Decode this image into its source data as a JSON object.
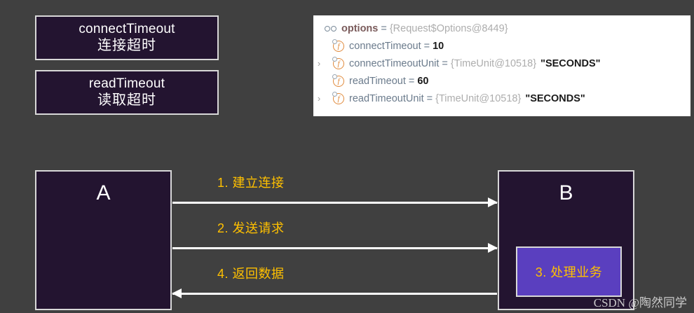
{
  "terms": [
    {
      "en": "connectTimeout",
      "cn": "连接超时"
    },
    {
      "en": "readTimeout",
      "cn": "读取超时"
    }
  ],
  "debugger": {
    "root": {
      "icon": "object-icon",
      "name": "options",
      "eq": "=",
      "ref": "{Request$Options@8449}"
    },
    "rows": [
      {
        "chevron": "",
        "icon": "field-icon",
        "glyph": "f",
        "name": "connectTimeout",
        "eq": "=",
        "ref": "",
        "value": "10"
      },
      {
        "chevron": "›",
        "icon": "field-icon",
        "glyph": "f",
        "name": "connectTimeoutUnit",
        "eq": "=",
        "ref": "{TimeUnit@10518}",
        "value": "\"SECONDS\""
      },
      {
        "chevron": "",
        "icon": "field-icon",
        "glyph": "f",
        "name": "readTimeout",
        "eq": "=",
        "ref": "",
        "value": "60"
      },
      {
        "chevron": "›",
        "icon": "field-icon",
        "glyph": "f",
        "name": "readTimeoutUnit",
        "eq": "=",
        "ref": "{TimeUnit@10518}",
        "value": "\"SECONDS\""
      }
    ]
  },
  "diagram": {
    "node_a": "A",
    "node_b": "B",
    "process_box": "3. 处理业务",
    "messages": [
      {
        "label": "1. 建立连接",
        "direction": "right"
      },
      {
        "label": "2. 发送请求",
        "direction": "right"
      },
      {
        "label": "4. 返回数据",
        "direction": "left"
      }
    ]
  },
  "watermark": "CSDN @陶然同学",
  "colors": {
    "background": "#404040",
    "dark_box": "#231430",
    "accent_yellow": "#ffc000",
    "process_purple": "#5a3fbf",
    "field_icon_orange": "#e08a3c"
  }
}
